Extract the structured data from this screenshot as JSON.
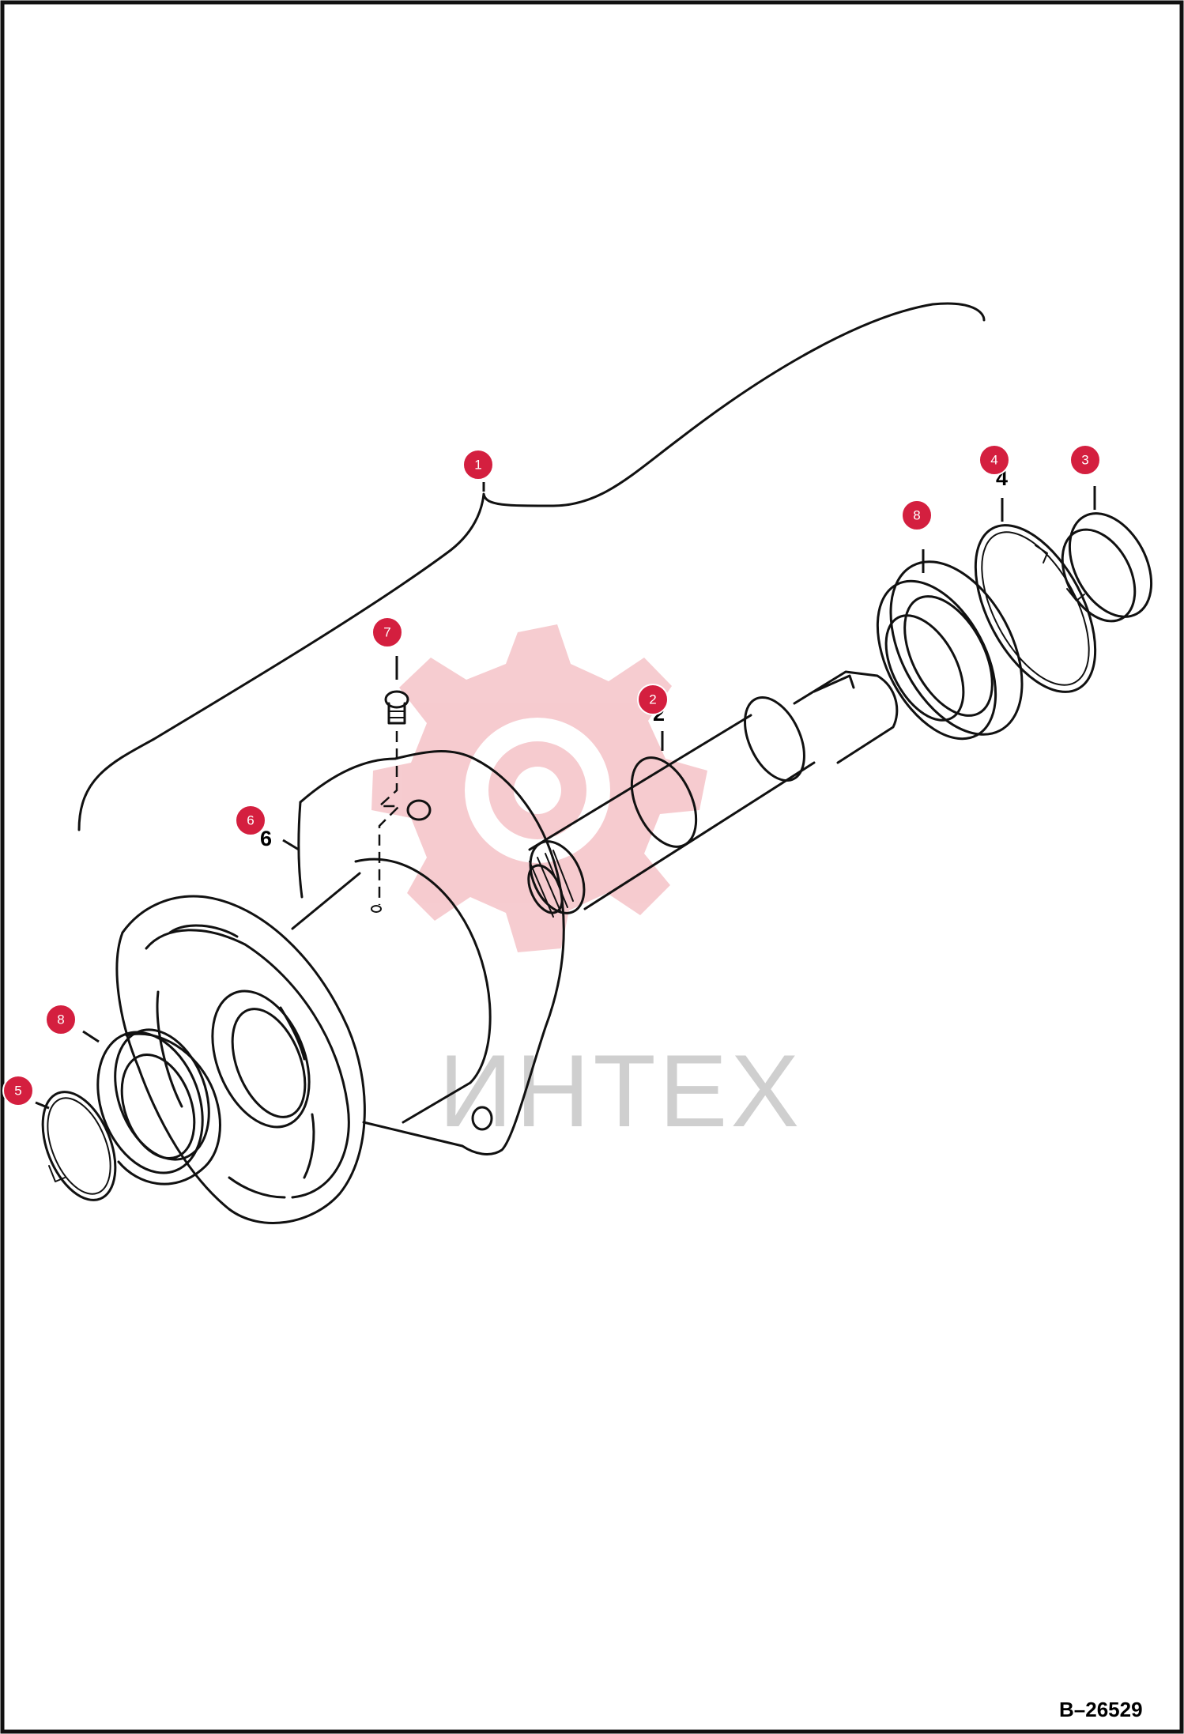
{
  "figure_id": "B–26529",
  "watermark_text": "ИНТЕХ",
  "callouts": [
    {
      "id": "callout-1",
      "number": "1"
    },
    {
      "id": "callout-2",
      "number": "2"
    },
    {
      "id": "callout-3",
      "number": "3"
    },
    {
      "id": "callout-4",
      "number": "4"
    },
    {
      "id": "callout-5",
      "number": "5"
    },
    {
      "id": "callout-6",
      "number": "6"
    },
    {
      "id": "callout-7",
      "number": "7"
    },
    {
      "id": "callout-8a",
      "number": "8"
    },
    {
      "id": "callout-8b",
      "number": "8"
    }
  ],
  "part_labels": {
    "label_2": "2",
    "label_4": "4",
    "label_6": "6"
  },
  "colors": {
    "callout": "#d41f3f",
    "watermark_gear": "#f6c9cd",
    "line": "#111111"
  }
}
